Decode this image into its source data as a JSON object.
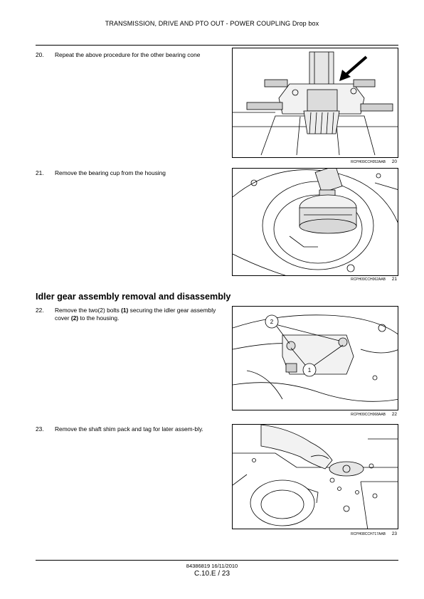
{
  "header": {
    "title": "TRANSMISSION, DRIVE AND PTO OUT - POWER COUPLING Drop box"
  },
  "steps": [
    {
      "num": "20.",
      "text": "Repeat the above procedure for the other bearing cone"
    },
    {
      "num": "21.",
      "text": "Remove the bearing cup from the housing"
    },
    {
      "num": "22.",
      "text_a": "Remove the two(2) bolts ",
      "bold_1": "(1)",
      "text_b": " securing the idler gear assembly cover ",
      "bold_2": "(2)",
      "text_c": " to the housing."
    },
    {
      "num": "23.",
      "text": "Remove the shaft shim pack and tag for later assem-bly."
    }
  ],
  "section": {
    "title": "Idler gear assembly removal and disassembly"
  },
  "figures": [
    {
      "ref": "RCPH09CCH052AAB",
      "number": "20"
    },
    {
      "ref": "RCPH09CCH062AAB",
      "number": "21"
    },
    {
      "ref": "RCPH09CCH068AAB",
      "number": "22",
      "callouts": [
        "2",
        "1"
      ]
    },
    {
      "ref": "RCPH08CCH717AAB",
      "number": "23"
    }
  ],
  "footer": {
    "doc": "84386819 16/11/2010",
    "page": "C.10.E / 23"
  }
}
